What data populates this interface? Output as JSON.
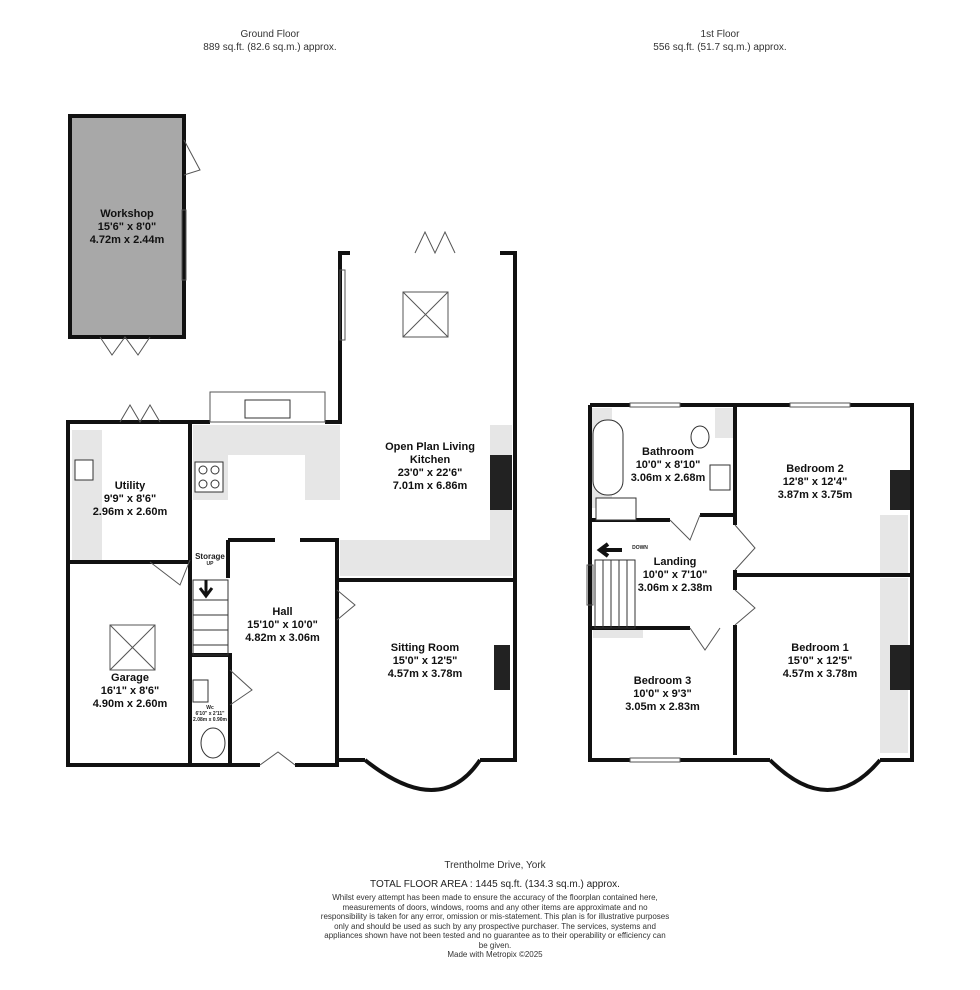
{
  "ground_floor": {
    "title": "Ground Floor",
    "area": "889 sq.ft. (82.6 sq.m.) approx."
  },
  "first_floor": {
    "title": "1st Floor",
    "area": "556 sq.ft. (51.7 sq.m.) approx."
  },
  "rooms": {
    "workshop": {
      "name": "Workshop",
      "imperial": "15'6\" x 8'0\"",
      "metric": "4.72m x 2.44m"
    },
    "kitchen": {
      "name": "Open Plan Living Kitchen",
      "imperial": "23'0\" x 22'6\"",
      "metric": "7.01m x 6.86m"
    },
    "utility": {
      "name": "Utility",
      "imperial": "9'9\" x 8'6\"",
      "metric": "2.96m x 2.60m"
    },
    "storage": {
      "name": "Storage"
    },
    "hall": {
      "name": "Hall",
      "imperial": "15'10\" x 10'0\"",
      "metric": "4.82m x 3.06m"
    },
    "garage": {
      "name": "Garage",
      "imperial": "16'1\" x 8'6\"",
      "metric": "4.90m x 2.60m"
    },
    "wc": {
      "name": "Wc",
      "imperial": "6'10\" x 2'11\"",
      "metric": "2.08m x 0.90m"
    },
    "sitting": {
      "name": "Sitting Room",
      "imperial": "15'0\" x 12'5\"",
      "metric": "4.57m x 3.78m"
    },
    "bathroom": {
      "name": "Bathroom",
      "imperial": "10'0\" x 8'10\"",
      "metric": "3.06m x 2.68m"
    },
    "bedroom2": {
      "name": "Bedroom 2",
      "imperial": "12'8\" x 12'4\"",
      "metric": "3.87m x 3.75m"
    },
    "landing": {
      "name": "Landing",
      "imperial": "10'0\" x 7'10\"",
      "metric": "3.06m x 2.38m"
    },
    "bedroom1": {
      "name": "Bedroom 1",
      "imperial": "15'0\" x 12'5\"",
      "metric": "4.57m x 3.78m"
    },
    "bedroom3": {
      "name": "Bedroom 3",
      "imperial": "10'0\" x 9'3\"",
      "metric": "3.05m x 2.83m"
    }
  },
  "stairs": {
    "up": "UP",
    "down": "DOWN"
  },
  "footer": {
    "address": "Trentholme Drive, York",
    "total": "TOTAL FLOOR AREA : 1445 sq.ft. (134.3 sq.m.) approx.",
    "disclaimer": "Whilst every attempt has been made to ensure the accuracy of the floorplan contained here, measurements of doors, windows, rooms and any other items are approximate and no responsibility is taken for any error, omission or mis-statement. This plan is for illustrative purposes only and should be used as such by any prospective purchaser. The services, systems and appliances shown have not been tested and no guarantee as to their operability or efficiency can be given.",
    "credit": "Made with Metropix ©2025"
  },
  "colors": {
    "wall": "#111111",
    "workshop_fill": "#a8a8a8",
    "fixture_fill": "#e6e6e6"
  }
}
